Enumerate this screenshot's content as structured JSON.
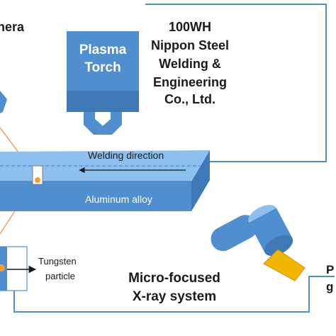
{
  "camera_label_fragment": "nera",
  "torch": {
    "line1": "Plasma",
    "line2": "Torch"
  },
  "maker": {
    "line1": "100WH",
    "line2": "Nippon Steel",
    "line3": "Welding &",
    "line4": "Engineering",
    "line5": "Co., Ltd."
  },
  "plate": {
    "direction_label": "Welding direction",
    "material_label": "Aluminum alloy"
  },
  "inset": {
    "line1": "Tungsten",
    "line2": "particle"
  },
  "xray": {
    "line1": "Micro-focused",
    "line2": "X-ray system"
  },
  "right_cut": {
    "line1": "P",
    "line2": "g"
  },
  "colors": {
    "blue": "#4f8fd0",
    "blue_dark": "#3f79b5",
    "blue_top": "#8ec0ef",
    "cable": "#4f8fd0",
    "orange_line": "#f0a060",
    "yellow": "#f2b600"
  }
}
